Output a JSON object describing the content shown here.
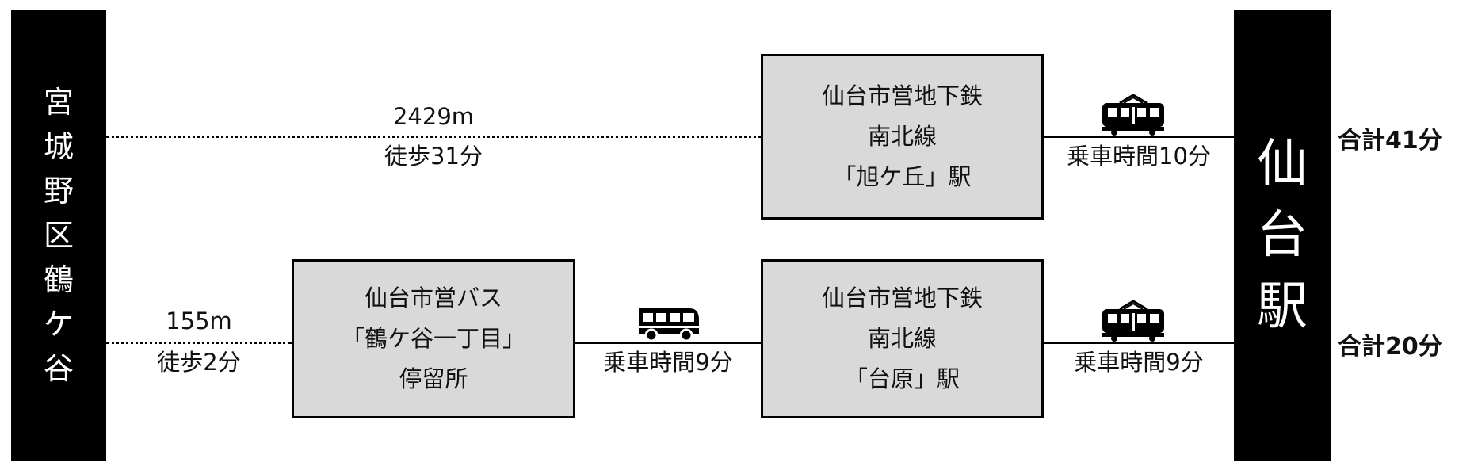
{
  "origin": {
    "chars": [
      "宮",
      "城",
      "野",
      "区",
      "鶴",
      "ケ",
      "谷"
    ]
  },
  "destination": {
    "chars": [
      "仙",
      "台",
      "駅"
    ]
  },
  "route1": {
    "walk_distance": "2429m",
    "walk_time": "徒歩31分",
    "station_lines": [
      "仙台市営地下鉄",
      "南北線",
      "「旭ケ丘」駅"
    ],
    "ride_time": "乗車時間10分",
    "ride_icon": "train-icon",
    "total": "合計41分"
  },
  "route2": {
    "walk_distance": "155m",
    "walk_time": "徒歩2分",
    "bus_stop_lines": [
      "仙台市営バス",
      "「鶴ケ谷一丁目」",
      "停留所"
    ],
    "bus_ride_time": "乗車時間9分",
    "bus_icon": "bus-icon",
    "station_lines": [
      "仙台市営地下鉄",
      "南北線",
      "「台原」駅"
    ],
    "ride_time": "乗車時間9分",
    "ride_icon": "train-icon",
    "total": "合計20分"
  }
}
